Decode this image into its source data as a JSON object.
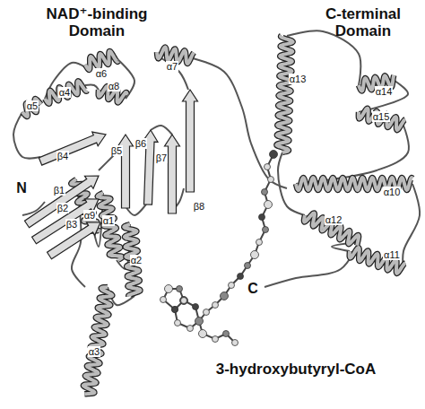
{
  "diagram": {
    "labels": [
      "NAD⁺-binding Domain",
      "C-terminal Domain",
      "3-hydroxybutyryl-CoA",
      "N",
      "C",
      "α1",
      "α2",
      "α3",
      "α4",
      "α5",
      "α6",
      "α7",
      "α8",
      "α9",
      "α10",
      "α11",
      "α12",
      "α13",
      "α14",
      "α15",
      "β1",
      "β2",
      "β3",
      "β4",
      "β5",
      "β6",
      "β7",
      "β8"
    ]
  }
}
